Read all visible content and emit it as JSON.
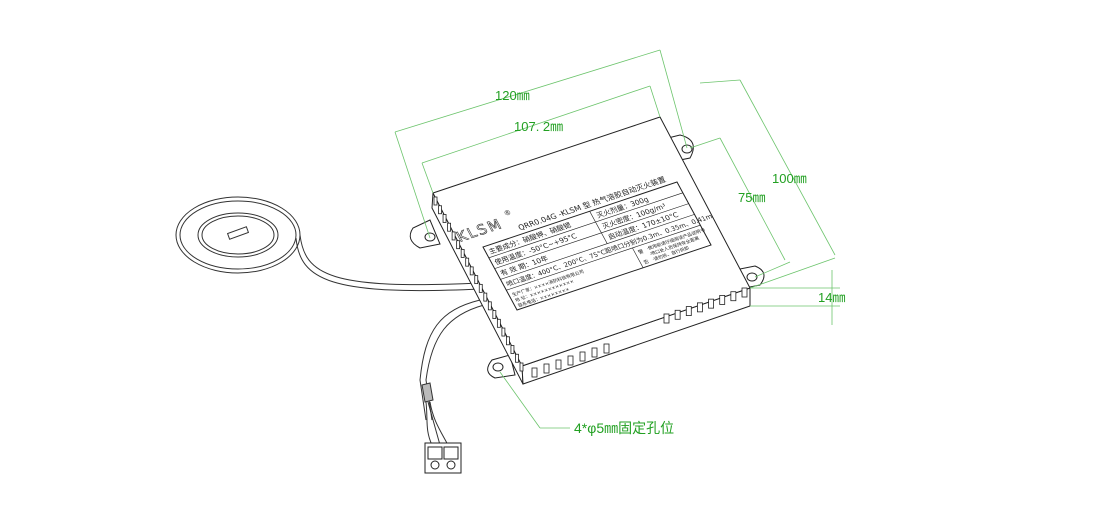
{
  "dimensions": {
    "length_outer": "120㎜",
    "length_inner": "107. 2㎜",
    "width_inner": "75㎜",
    "width_outer": "100㎜",
    "height": "14㎜",
    "mount_holes": "4*φ5㎜固定孔位"
  },
  "label": {
    "brand": "KLSM",
    "brand_mark": "®",
    "title": "QRR0.04G -KLSM 型 热气溶胶自动灭火装置",
    "rows_right": [
      "灭火剂量：300g",
      "灭火密度：100g/m³",
      "启动温度：170±10°C"
    ],
    "rows_left": [
      "主要成分：硝酸钾、硝酸锶",
      "使用温度：-50°C~+95°C",
      "有 效 期：10年",
      "喷口温度：400°C、200°C、75°C距喷口分别为0.3m、0.35m、0.41m"
    ],
    "notes": [
      "·使用前请仔细阅读产品说明书",
      "·喷口处人员保持安全距离",
      "·请勿拆、自行拆卸"
    ],
    "note_marks": [
      "警",
      "告"
    ],
    "footer": [
      "生产厂家：××××消防科技有限公司",
      "地  址：××××××××××××",
      "联系电话：××××××××"
    ]
  },
  "colors": {
    "dimension": "#22a022",
    "outline": "#222222"
  }
}
